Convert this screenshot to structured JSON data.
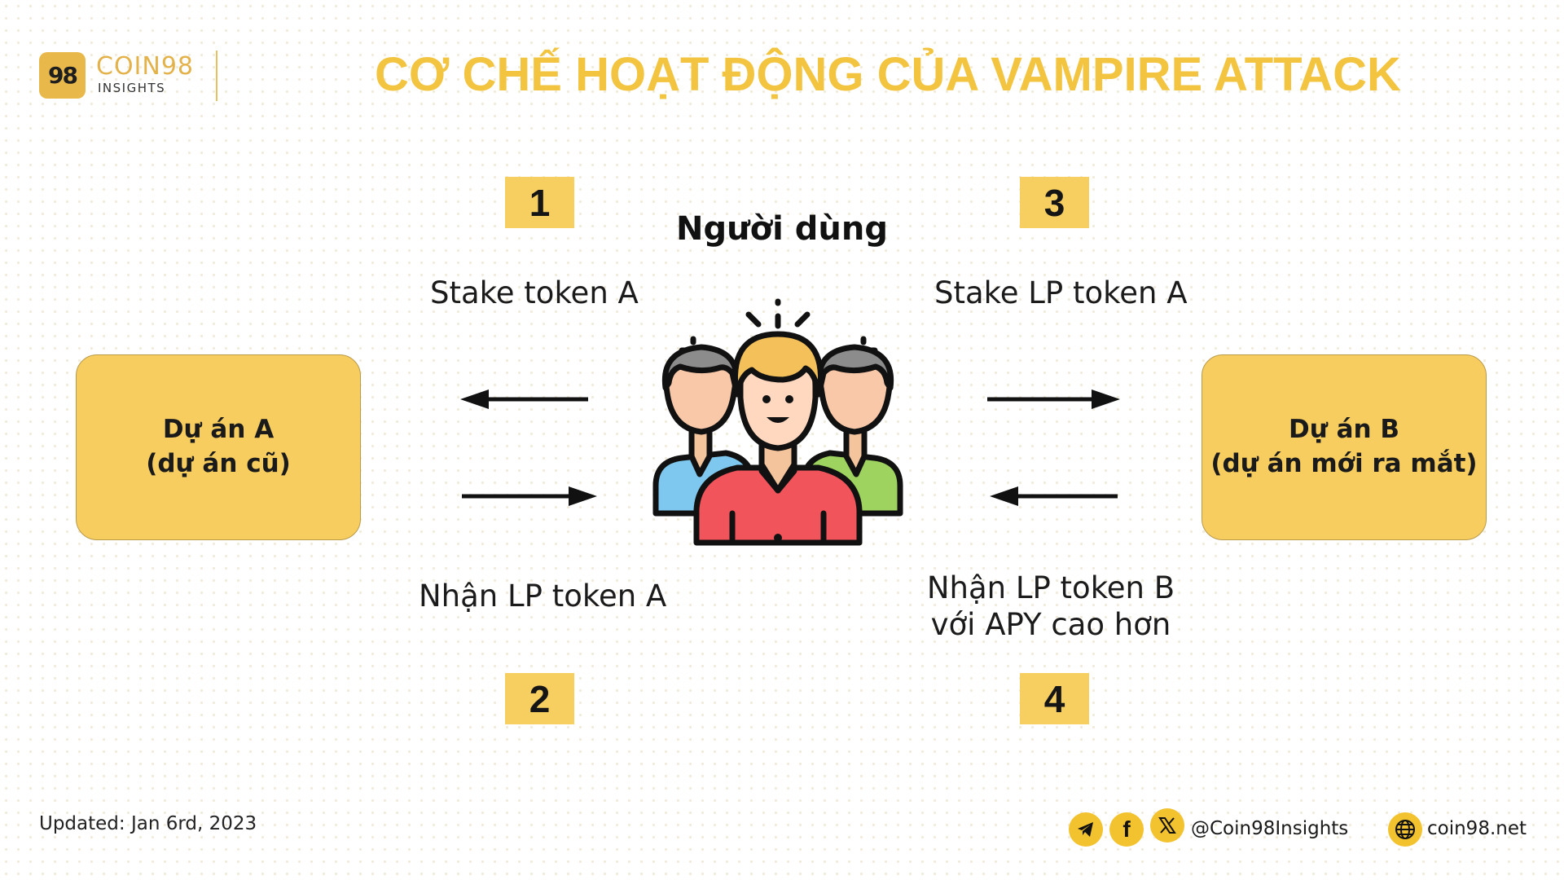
{
  "brand": {
    "mark": "98",
    "name": "COIN98",
    "sub": "INSIGHTS"
  },
  "title": "CƠ CHẾ HOẠT ĐỘNG CỦA VAMPIRE ATTACK",
  "diagram": {
    "center_label": "Người dùng",
    "project_a": {
      "line1": "Dự án A",
      "line2": "(dự án cũ)"
    },
    "project_b": {
      "line1": "Dự án B",
      "line2": "(dự án mới ra mắt)"
    },
    "steps": [
      {
        "number": "1",
        "label": "Stake token A"
      },
      {
        "number": "2",
        "label": "Nhận LP token A"
      },
      {
        "number": "3",
        "label": "Stake LP token A"
      },
      {
        "number": "4",
        "label_line1": "Nhận LP token B",
        "label_line2": "với APY cao hơn"
      }
    ]
  },
  "footer": {
    "updated": "Updated: Jan 6rd, 2023",
    "social_icons": [
      "telegram-icon",
      "facebook-icon",
      "x-icon"
    ],
    "handle": "@Coin98Insights",
    "website_icon": "globe-icon",
    "website": "coin98.net"
  },
  "colors": {
    "accent": "#f7cf60",
    "title": "#f2c440",
    "icon_bg": "#f3c22f"
  }
}
